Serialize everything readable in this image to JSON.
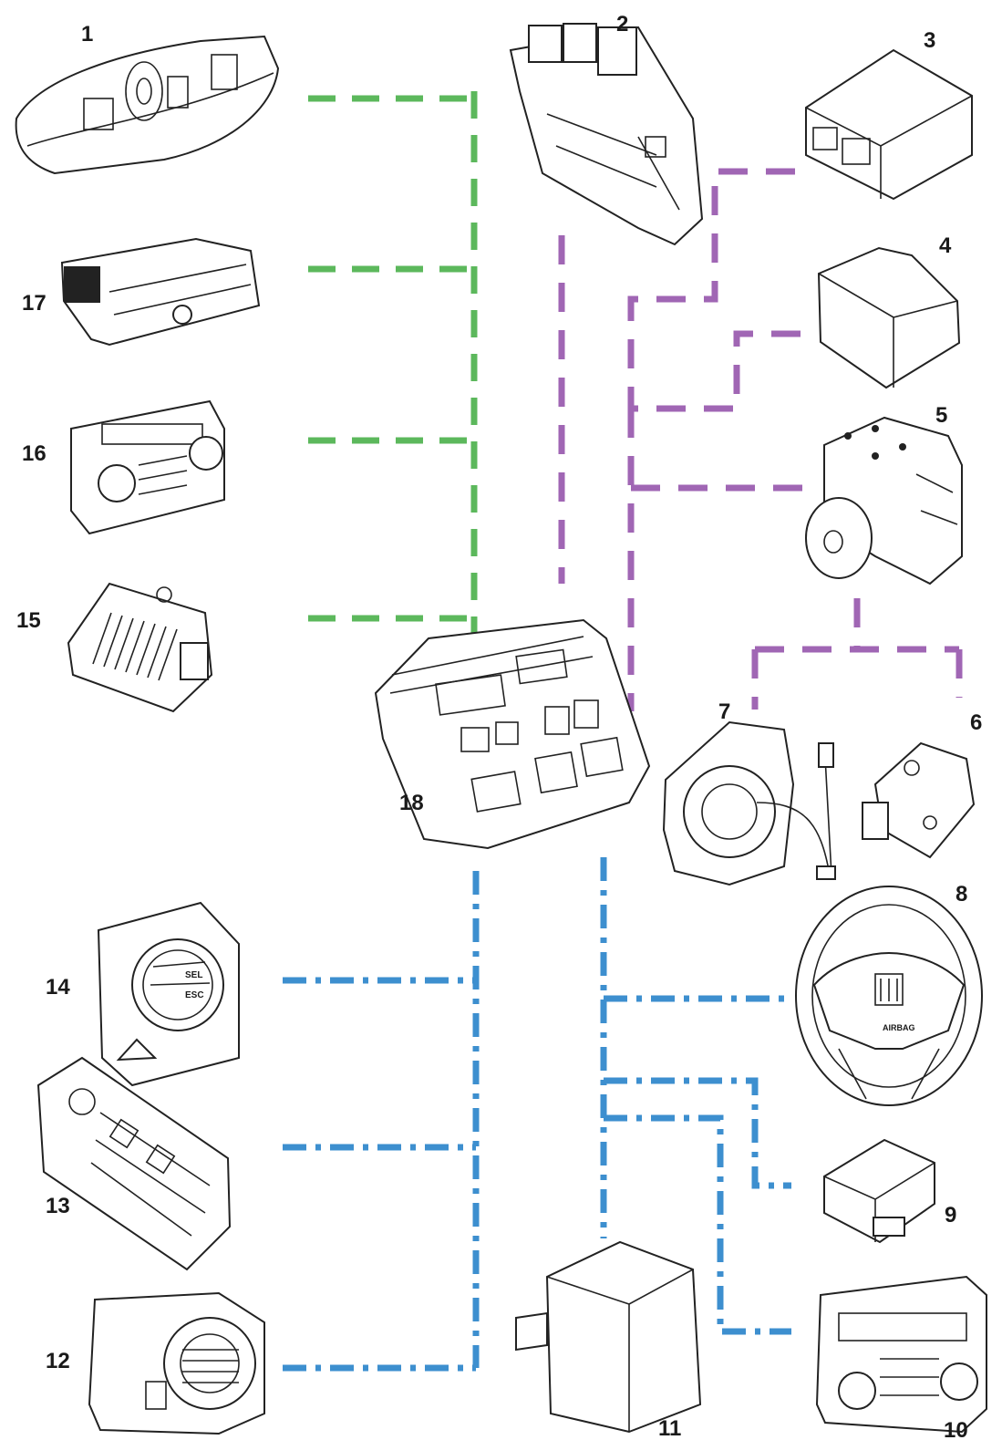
{
  "labels": {
    "n1": "1",
    "n2": "2",
    "n3": "3",
    "n4": "4",
    "n5": "5",
    "n6": "6",
    "n7": "7",
    "n8": "8",
    "n9": "9",
    "n10": "10",
    "n11": "11",
    "n12": "12",
    "n13": "13",
    "n14": "14",
    "n15": "15",
    "n16": "16",
    "n17": "17",
    "n18": "18"
  },
  "component_text": {
    "sel": "SEL",
    "esc": "ESC",
    "airbag": "AIRBAG"
  },
  "colors": {
    "green_network": "#5cb85c",
    "purple_network": "#a066b4",
    "blue_network": "#3d8fcf"
  }
}
